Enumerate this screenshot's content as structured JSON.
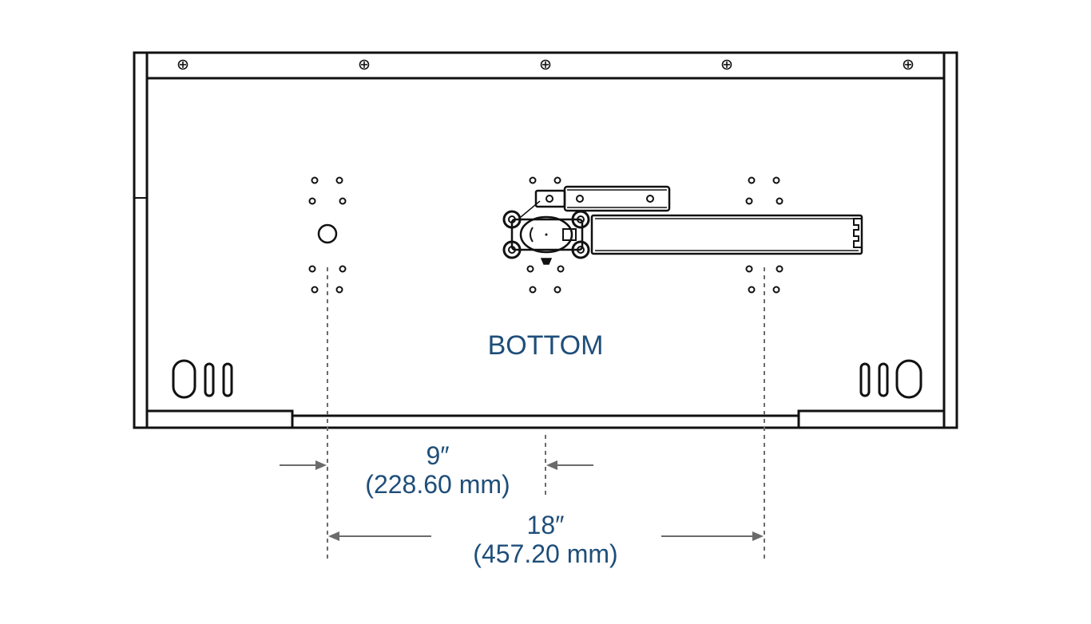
{
  "diagram": {
    "view_label": "BOTTOM",
    "dimension_half": {
      "imperial": "9″",
      "metric": "(228.60 mm)"
    },
    "dimension_full": {
      "imperial": "18″",
      "metric": "(457.20 mm)"
    },
    "colors": {
      "outline": "#111111",
      "label": "#1f4e79",
      "dimension_line": "#6b6b6b"
    }
  }
}
